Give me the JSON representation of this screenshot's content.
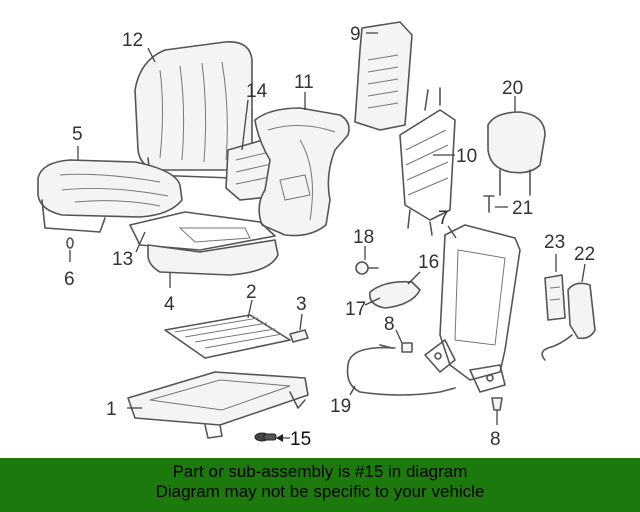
{
  "diagram": {
    "callouts": {
      "c1": "1",
      "c2": "2",
      "c3": "3",
      "c4": "4",
      "c5": "5",
      "c6": "6",
      "c7": "7",
      "c8a": "8",
      "c8b": "8",
      "c9": "9",
      "c10": "10",
      "c11": "11",
      "c12": "12",
      "c13": "13",
      "c14": "14",
      "c15": "15",
      "c16": "16",
      "c17": "17",
      "c18": "18",
      "c19": "19",
      "c20": "20",
      "c21": "21",
      "c22": "22",
      "c23": "23"
    },
    "highlighted_part": "15"
  },
  "banner": {
    "line1": "Part or sub-assembly is #15 in diagram",
    "line2": "Diagram may not be specific to your vehicle",
    "color": "#1c7a0c"
  }
}
